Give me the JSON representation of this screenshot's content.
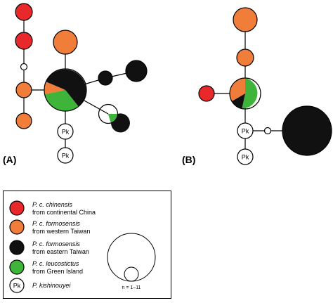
{
  "colors": {
    "chinensis": "#e8282a",
    "formosensis_west": "#f07e3a",
    "formosensis_east": "#111111",
    "leucostictus": "#3fb43a",
    "kishinouyei": "#ffffff",
    "outline": "#000000"
  },
  "panels": {
    "a": {
      "label": "(A)"
    },
    "b": {
      "label": "(B)"
    }
  },
  "nodes": {
    "pk_label": "Pk"
  },
  "legend": {
    "items": [
      {
        "species": "P. c. chinensis",
        "region": "from continental China",
        "color_key": "chinensis"
      },
      {
        "species": "P. c. formosensis",
        "region": "from western Taiwan",
        "color_key": "formosensis_west"
      },
      {
        "species": "P. c. formosensis",
        "region": "from eastern Taiwan",
        "color_key": "formosensis_east"
      },
      {
        "species": "P. c. leucostictus",
        "region": "from Green Island",
        "color_key": "leucostictus"
      },
      {
        "species": "P. kishinouyei",
        "region": "",
        "color_key": "kishinouyei",
        "symbol": "Pk"
      }
    ],
    "size_scale": "n = 1–11"
  }
}
